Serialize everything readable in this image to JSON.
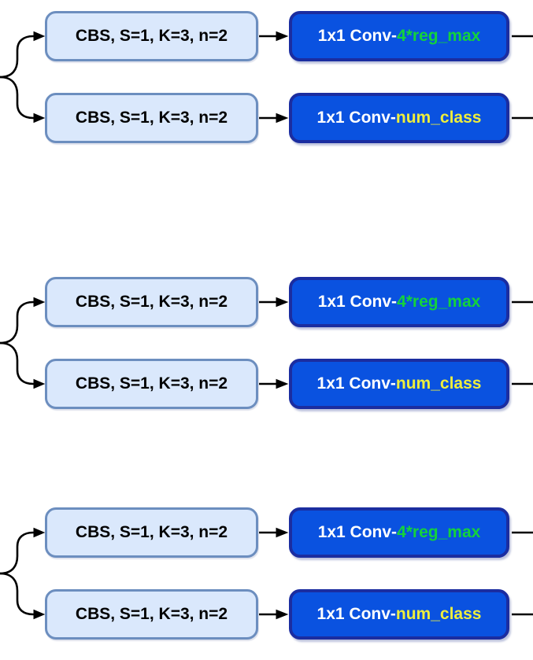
{
  "diagram": {
    "description": "Three identical detection-head branches; each splits into a regression path and a classification path",
    "groups": [
      {
        "rows": [
          {
            "left_label": "CBS, S=1, K=3, n=2",
            "right_prefix": "1x1 Conv-",
            "right_suffix": "4*reg_max"
          },
          {
            "left_label": "CBS, S=1, K=3, n=2",
            "right_prefix": "1x1 Conv-",
            "right_suffix": "num_class"
          }
        ]
      },
      {
        "rows": [
          {
            "left_label": "CBS, S=1, K=3, n=2",
            "right_prefix": "1x1 Conv-",
            "right_suffix": "4*reg_max"
          },
          {
            "left_label": "CBS, S=1, K=3, n=2",
            "right_prefix": "1x1 Conv-",
            "right_suffix": "num_class"
          }
        ]
      },
      {
        "rows": [
          {
            "left_label": "CBS, S=1, K=3, n=2",
            "right_prefix": "1x1 Conv-",
            "right_suffix": "4*reg_max"
          },
          {
            "left_label": "CBS, S=1, K=3, n=2",
            "right_prefix": "1x1 Conv-",
            "right_suffix": "num_class"
          }
        ]
      }
    ]
  },
  "colors": {
    "light_box_fill": "#dae8fc",
    "light_box_border": "#6c8ebf",
    "light_box_text": "#000000",
    "dark_box_fill": "#0a52e0",
    "dark_box_border": "#1b2da0",
    "dark_box_text": "#ffffff",
    "reg_max_text": "#14d23c",
    "num_class_text": "#eeee3c",
    "connector": "#000000"
  }
}
